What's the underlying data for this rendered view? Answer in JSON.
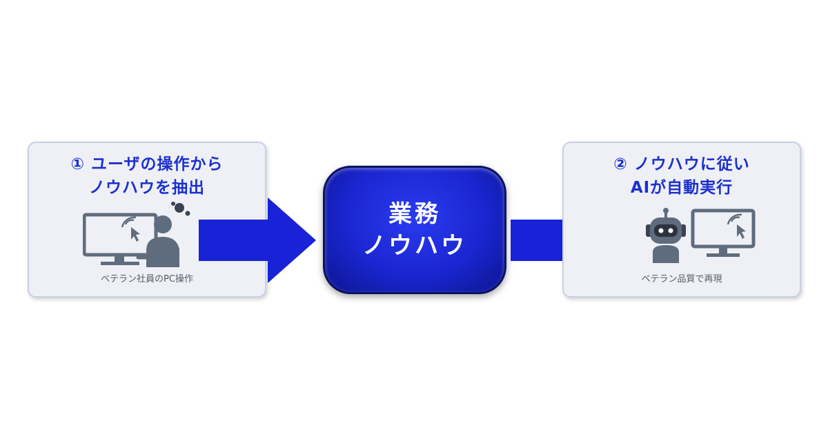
{
  "left_panel": {
    "title_line1": "① ユーザの操作から",
    "title_line2": "ノウハウを抽出",
    "caption": "ベテラン社員のPC操作",
    "icons": [
      "monitor-icon",
      "click-cursor-icon",
      "worried-person-icon"
    ]
  },
  "center": {
    "line1": "業務",
    "line2": "ノウハウ"
  },
  "right_panel": {
    "title_line1": "② ノウハウに従い",
    "title_line2": "AIが自動実行",
    "caption": "ベテラン品質で再現",
    "icons": [
      "robot-icon",
      "monitor-icon",
      "click-cursor-icon"
    ]
  },
  "colors": {
    "title_blue": "#1c2fd1",
    "arrow_blue": "#1a22d8",
    "panel_bg": "#eef0f5",
    "icon_gray": "#5f6c7d"
  }
}
